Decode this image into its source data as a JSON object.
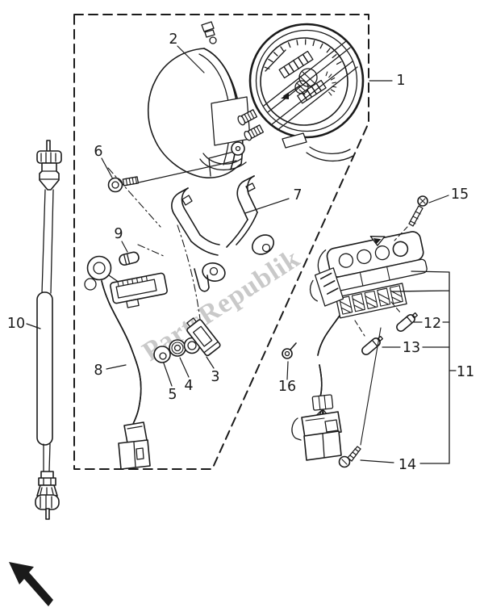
{
  "diagram": {
    "part_labels": [
      "1",
      "2",
      "3",
      "4",
      "5",
      "6",
      "7",
      "8",
      "9",
      "10",
      "11",
      "12",
      "13",
      "14",
      "15",
      "16"
    ],
    "watermark": {
      "text": "PartsRepublik"
    },
    "colors": {
      "background": "#ffffff",
      "line": "#1a1a1a",
      "watermark": "#c9c9c9"
    }
  }
}
